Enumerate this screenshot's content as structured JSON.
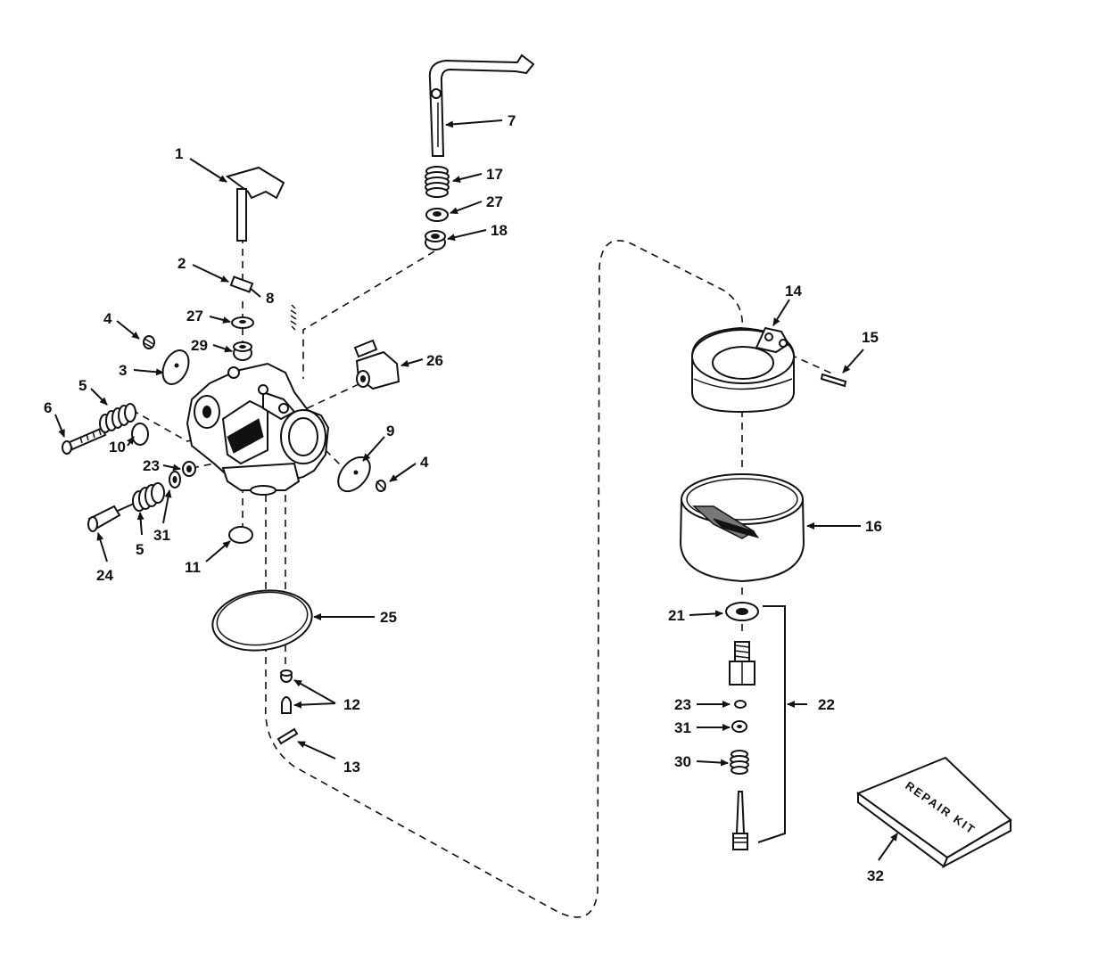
{
  "diagram": {
    "callouts": {
      "c1": "1",
      "c2": "2",
      "c3": "3",
      "c4a": "4",
      "c4b": "4",
      "c5a": "5",
      "c5b": "5",
      "c6": "6",
      "c7": "7",
      "c8": "8",
      "c9": "9",
      "c10": "10",
      "c11": "11",
      "c12": "12",
      "c13": "13",
      "c14": "14",
      "c15": "15",
      "c16": "16",
      "c17": "17",
      "c18": "18",
      "c21": "21",
      "c22": "22",
      "c23a": "23",
      "c23b": "23",
      "c24": "24",
      "c25": "25",
      "c26": "26",
      "c27a": "27",
      "c27b": "27",
      "c29": "29",
      "c30": "30",
      "c31a": "31",
      "c31b": "31",
      "c32": "32"
    },
    "repair_kit_label": "REPAIR KIT"
  }
}
